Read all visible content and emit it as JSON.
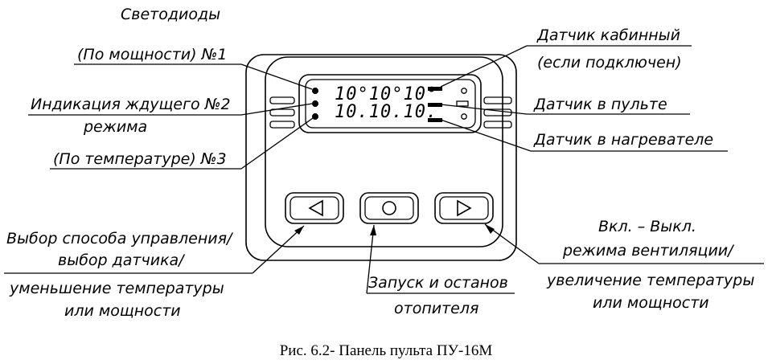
{
  "labels": {
    "leds_title": "Светодиоды",
    "led1": "(По мощности) №1",
    "led2_line1": "Индикация ждущего №2",
    "led2_line2": "режима",
    "led3": "(По температуре) №3",
    "cabin_sensor_line1": "Датчик кабинный",
    "cabin_sensor_line2": "(если подключен)",
    "panel_sensor": "Датчик в пульте",
    "heater_sensor": "Датчик в нагревателе",
    "left_btn_line1": "Выбор способа управления/",
    "left_btn_line2": "выбор датчика/",
    "left_btn_line3": "уменьшение температуры",
    "left_btn_line4": "или мощности",
    "center_btn_line1": "Запуск и останов",
    "center_btn_line2": "отопителя",
    "right_btn_line1": "Вкл. – Выкл.",
    "right_btn_line2": "режима вентиляции/",
    "right_btn_line3": "увеличение температуры",
    "right_btn_line4": "или мощности"
  },
  "caption": "Рис. 6.2- Панель пульта ПУ-16М",
  "display": {
    "row1": "10°10°10°",
    "row2": "10.10.10."
  }
}
